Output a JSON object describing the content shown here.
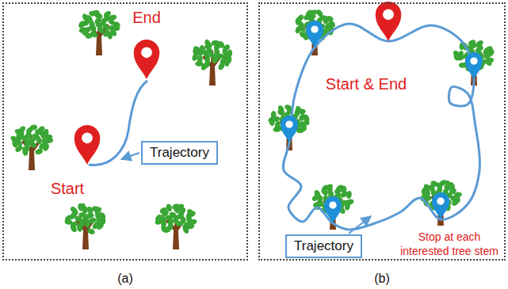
{
  "diagram": {
    "nodes": [
      {
        "text": [
          "(a)"
        ]
      },
      {
        "text": [
          "Trajectory"
        ],
        "in": 0
      },
      {
        "text": [
          "(b)"
        ]
      },
      {
        "text": [
          "Trajectory"
        ],
        "in": 2
      }
    ],
    "labels": [
      "Start",
      "End",
      "Start & End",
      "Stop at each interested tree stem"
    ]
  }
}
